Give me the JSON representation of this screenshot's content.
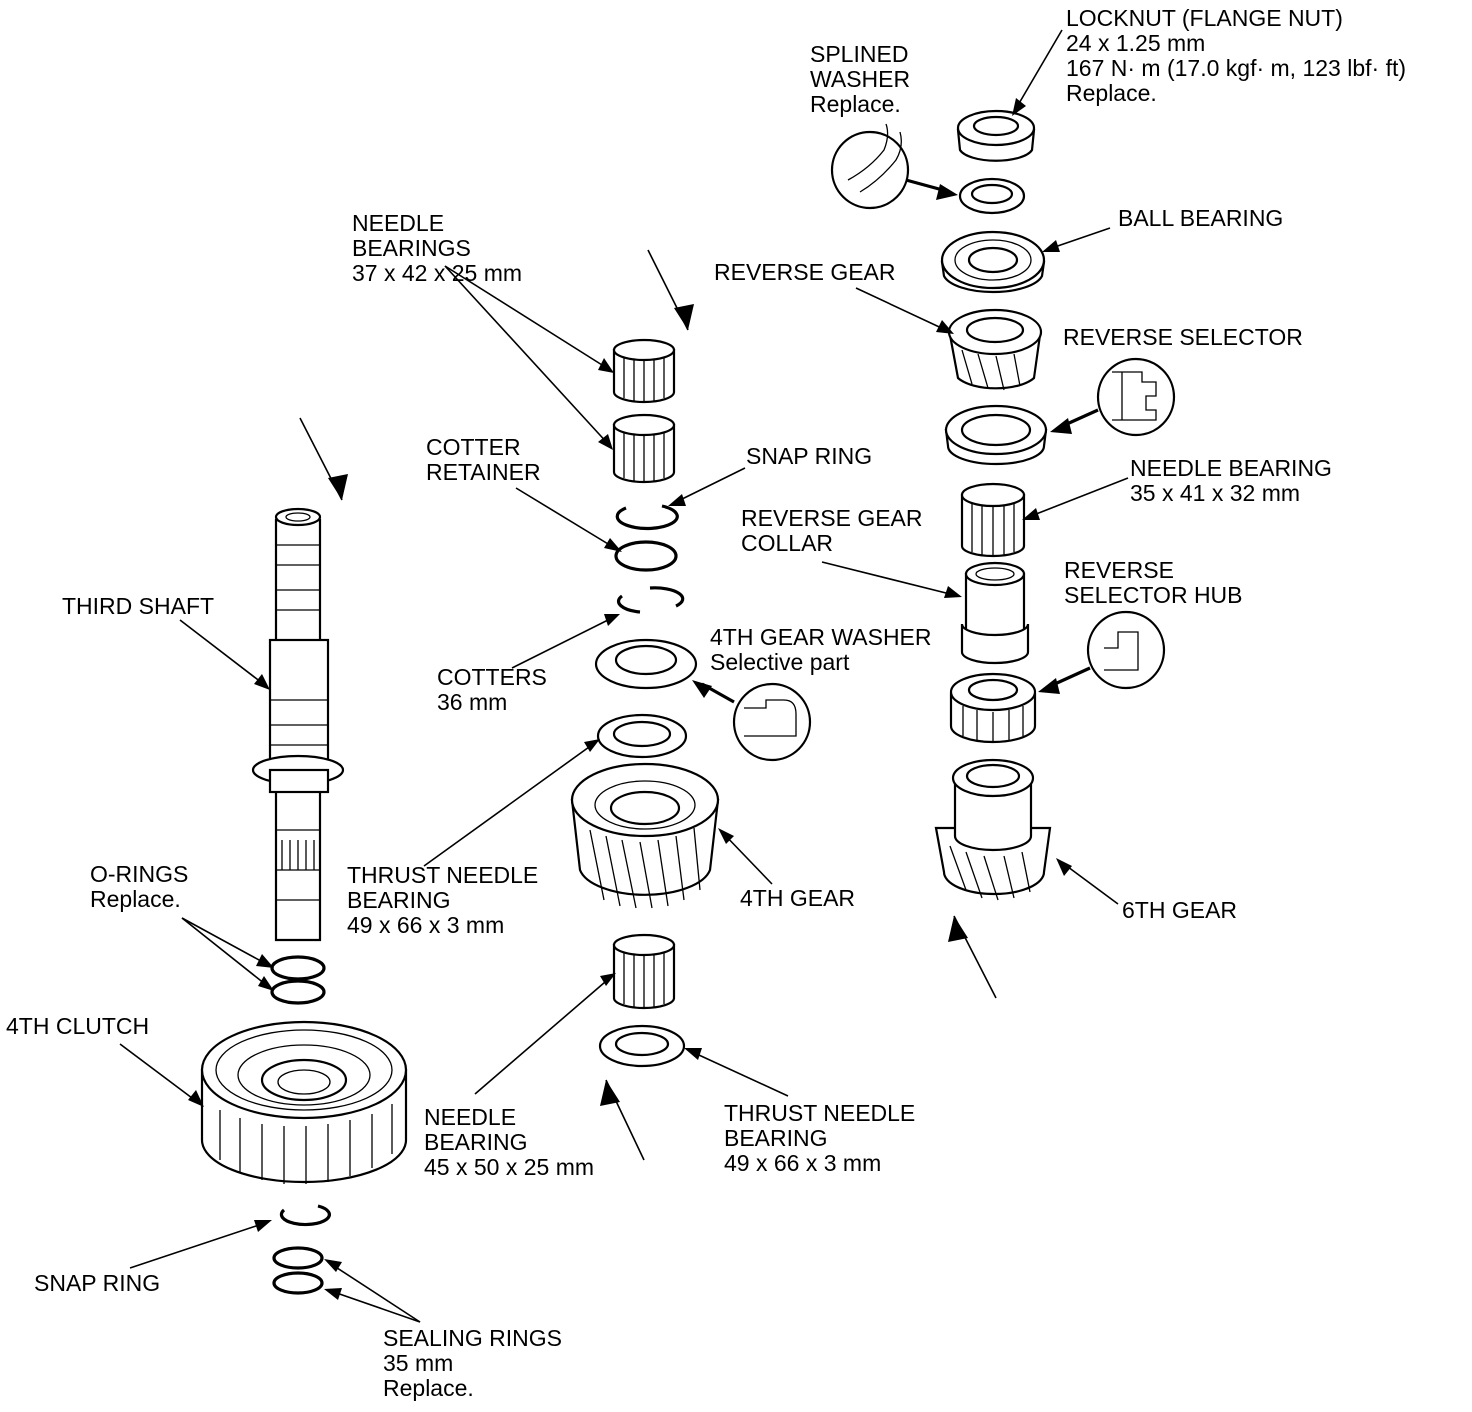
{
  "labels": {
    "locknut": [
      "LOCKNUT (FLANGE NUT)",
      "24 x 1.25 mm",
      "167 N· m (17.0 kgf· m, 123 lbf· ft)",
      "Replace."
    ],
    "splined_washer": [
      "SPLINED",
      "WASHER",
      "Replace."
    ],
    "ball_bearing": [
      "BALL BEARING"
    ],
    "reverse_gear": [
      "REVERSE GEAR"
    ],
    "reverse_selector": [
      "REVERSE SELECTOR"
    ],
    "needle_bearings_top": [
      "NEEDLE",
      "BEARINGS",
      "37 x 42 x 25 mm"
    ],
    "cotter_retainer": [
      "COTTER",
      "RETAINER"
    ],
    "snap_ring_mid": [
      "SNAP RING"
    ],
    "needle_bearing_35": [
      "NEEDLE BEARING",
      "35 x 41 x 32 mm"
    ],
    "reverse_gear_collar": [
      "REVERSE GEAR",
      "COLLAR"
    ],
    "reverse_selector_hub": [
      "REVERSE",
      "SELECTOR HUB"
    ],
    "third_shaft": [
      "THIRD SHAFT"
    ],
    "fourth_gear_washer": [
      "4TH GEAR WASHER",
      "Selective part"
    ],
    "cotters": [
      "COTTERS",
      "36 mm"
    ],
    "thrust_needle_bearing_upper": [
      "THRUST NEEDLE",
      "BEARING",
      "49 x 66 x 3 mm"
    ],
    "fourth_gear": [
      "4TH GEAR"
    ],
    "sixth_gear": [
      "6TH GEAR"
    ],
    "o_rings": [
      "O-RINGS",
      "Replace."
    ],
    "fourth_clutch": [
      "4TH CLUTCH"
    ],
    "needle_bearing_45": [
      "NEEDLE",
      "BEARING",
      "45 x 50 x 25 mm"
    ],
    "thrust_needle_bearing_lower": [
      "THRUST NEEDLE",
      "BEARING",
      "49 x 66 x 3 mm"
    ],
    "snap_ring_bottom": [
      "SNAP RING"
    ],
    "sealing_rings": [
      "SEALING RINGS",
      "35 mm",
      "Replace."
    ]
  }
}
